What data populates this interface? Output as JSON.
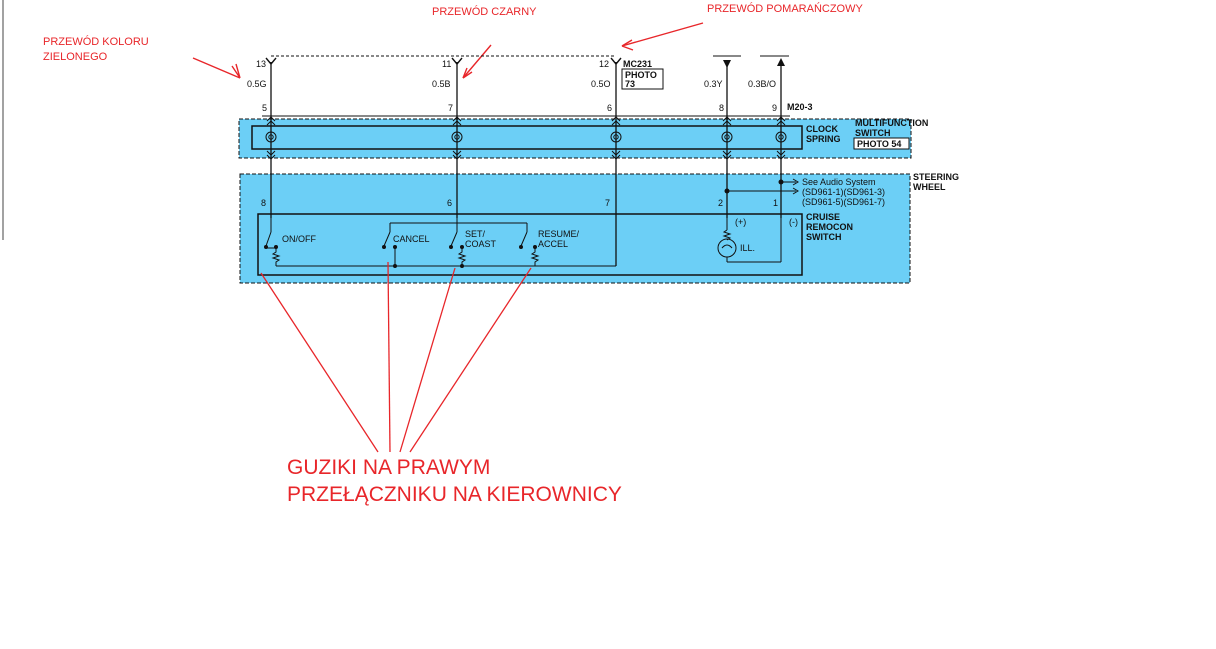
{
  "annotations": {
    "green_wire": [
      "PRZEWÓD KOLORU",
      "ZIELONEGO"
    ],
    "black_wire": "PRZEWÓD CZARNY",
    "orange_wire": "PRZEWÓD POMARAŃCZOWY",
    "buttons_caption": [
      "GUZIKI NA PRAWYM",
      "PRZEŁĄCZNIKU NA KIEROWNICY"
    ]
  },
  "connector_top": {
    "pins": [
      "13",
      "11",
      "12"
    ],
    "id": "MC231",
    "photo": [
      "PHOTO",
      "73"
    ]
  },
  "wires": [
    {
      "color": "0.5G",
      "pin_top": "13",
      "pin_bottom": "5",
      "switch_pin": "8"
    },
    {
      "color": "0.5B",
      "pin_top": "11",
      "pin_bottom": "7",
      "switch_pin": "6"
    },
    {
      "color": "0.5O",
      "pin_top": "12",
      "pin_bottom": "6",
      "switch_pin": "7"
    },
    {
      "color": "0.3Y",
      "pin_top": "",
      "pin_bottom": "8",
      "switch_pin": "2"
    },
    {
      "color": "0.3B/O",
      "pin_top": "",
      "pin_bottom": "9",
      "switch_pin": "1"
    }
  ],
  "connector_m20": "M20-3",
  "multifunction": {
    "title": [
      "MULTIFUNCTION",
      "SWITCH"
    ],
    "photo": "PHOTO 54",
    "clock_spring": [
      "CLOCK",
      "SPRING"
    ]
  },
  "steering_wheel": [
    "STEERING",
    "WHEEL"
  ],
  "audio_ref": [
    "See Audio System",
    "(SD961-1)(SD961-3)",
    "(SD961-5)(SD961-7)"
  ],
  "cruise_switch": {
    "title": [
      "CRUISE",
      "REMOCON",
      "SWITCH"
    ],
    "buttons": [
      "ON/OFF",
      "CANCEL",
      "SET/",
      "COAST",
      "RESUME/",
      "ACCEL"
    ],
    "illumination": "ILL.",
    "plus": "(+)",
    "minus": "(-)"
  },
  "colors": {
    "annotation": "#e8262a",
    "box_fill": "#6ccff6",
    "line": "#111111"
  }
}
